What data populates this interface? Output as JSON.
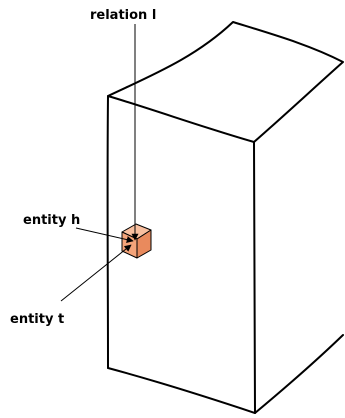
{
  "labels": {
    "relation": "relation l",
    "head": "entity h",
    "tail": "entity t"
  },
  "colors": {
    "stroke": "#000000",
    "cube_front": "#f4a47a",
    "cube_top": "#f8bf9f",
    "cube_side": "#e98a5d"
  }
}
